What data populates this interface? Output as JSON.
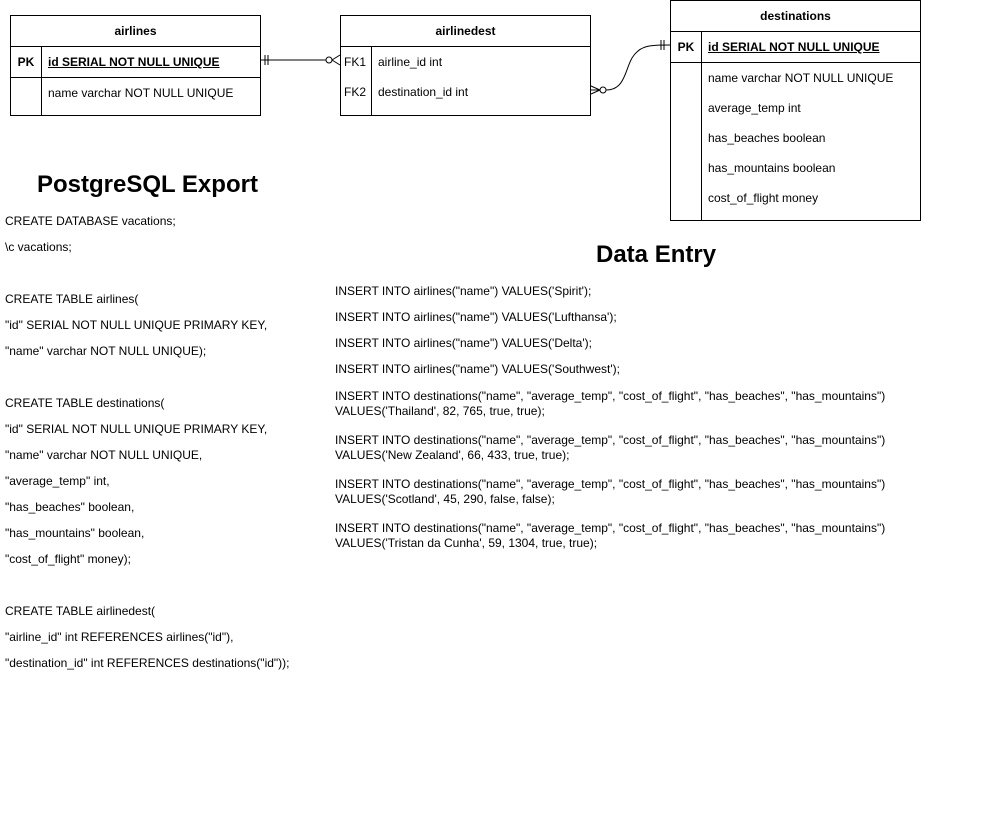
{
  "tables": {
    "airlines": {
      "title": "airlines",
      "pk_key": "PK",
      "pk_field": "id SERIAL NOT NULL UNIQUE",
      "field_1": "name varchar NOT NULL UNIQUE"
    },
    "airlinedest": {
      "title": "airlinedest",
      "fk1_key": "FK1",
      "fk1_field": "airline_id int",
      "fk2_key": "FK2",
      "fk2_field": "destination_id int"
    },
    "destinations": {
      "title": "destinations",
      "pk_key": "PK",
      "pk_field": "id SERIAL NOT NULL UNIQUE",
      "fields": [
        "name varchar NOT NULL UNIQUE",
        "average_temp int",
        "has_beaches boolean",
        "has_mountains boolean",
        "cost_of_flight money"
      ]
    }
  },
  "export": {
    "heading": "PostgreSQL Export",
    "lines": [
      "CREATE DATABASE vacations;",
      "\\c vacations;",
      "CREATE TABLE airlines(",
      "\"id\" SERIAL NOT NULL UNIQUE PRIMARY KEY,",
      "\"name\" varchar NOT NULL UNIQUE);",
      "CREATE TABLE destinations(",
      "\"id\" SERIAL NOT NULL UNIQUE PRIMARY KEY,",
      "\"name\" varchar NOT NULL UNIQUE,",
      "\"average_temp\" int,",
      "\"has_beaches\" boolean,",
      "\"has_mountains\" boolean,",
      "\"cost_of_flight\" money);",
      "CREATE TABLE airlinedest(",
      "\"airline_id\" int REFERENCES airlines(\"id\"),",
      "\"destination_id\" int REFERENCES destinations(\"id\"));"
    ]
  },
  "entry": {
    "heading": "Data Entry",
    "lines": [
      "INSERT INTO airlines(\"name\") VALUES('Spirit');",
      "INSERT INTO airlines(\"name\") VALUES('Lufthansa');",
      "INSERT INTO airlines(\"name\") VALUES('Delta');",
      "INSERT INTO airlines(\"name\") VALUES('Southwest');",
      "INSERT INTO destinations(\"name\", \"average_temp\", \"cost_of_flight\", \"has_beaches\", \"has_mountains\")",
      "VALUES('Thailand', 82, 765, true, true);",
      "INSERT INTO destinations(\"name\", \"average_temp\", \"cost_of_flight\", \"has_beaches\", \"has_mountains\")",
      "VALUES('New Zealand', 66, 433, true, true);",
      "INSERT INTO destinations(\"name\", \"average_temp\", \"cost_of_flight\", \"has_beaches\", \"has_mountains\")",
      "VALUES('Scotland', 45, 290, false, false);",
      "INSERT INTO destinations(\"name\", \"average_temp\", \"cost_of_flight\", \"has_beaches\", \"has_mountains\")",
      "VALUES('Tristan da Cunha', 59, 1304, true, true);"
    ]
  }
}
